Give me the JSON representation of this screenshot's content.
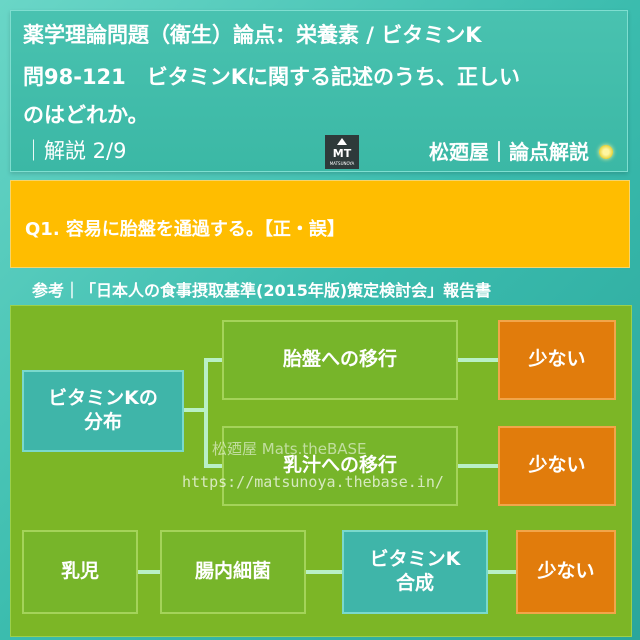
{
  "header": {
    "line1": "薬学理論問題（衛生）論点：栄養素 / ビタミンK",
    "line2": "問98-121　ビタミンKに関する記述のうち、正しい",
    "line3": "のはどれか。",
    "line4": "｜解説 2/9",
    "brand": "松廼屋｜論点解説",
    "logo_text": "MT",
    "logo_sub": "MATSUNOYA"
  },
  "question": {
    "text": "Q1. 容易に胎盤を通過する。【正・誤】"
  },
  "reference": "参考｜「日本人の食事摂取基準(2015年版)策定検討会」報告書",
  "diagram": {
    "distribution": "ビタミンKの\n分布",
    "placenta": "胎盤への移行",
    "milk": "乳汁への移行",
    "placenta_result": "少ない",
    "milk_result": "少ない",
    "infant": "乳児",
    "bacteria": "腸内細菌",
    "synthesis": "ビタミンK\n合成",
    "synthesis_result": "少ない"
  },
  "watermark": {
    "name": "松廼屋 Mats.theBASE",
    "url": "https://matsunoya.thebase.in/"
  },
  "colors": {
    "teal": "#3fb5a9",
    "green": "#77b52a",
    "orange": "#e17c0c",
    "yellow": "#ffbd00"
  }
}
